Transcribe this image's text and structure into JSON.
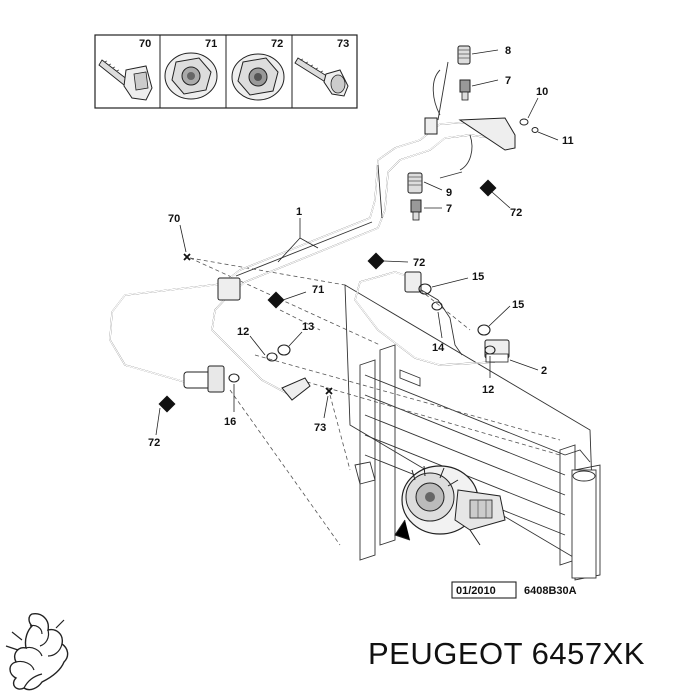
{
  "inset_labels": [
    "70",
    "71",
    "72",
    "73"
  ],
  "callouts": {
    "c8": "8",
    "c7a": "7",
    "c10": "10",
    "c11": "11",
    "c9": "9",
    "c7b": "7",
    "c72a": "72",
    "c1": "1",
    "c70": "70",
    "c71": "71",
    "c72b": "72",
    "c15a": "15",
    "c15b": "15",
    "c14": "14",
    "c2": "2",
    "c12a": "12",
    "c12b": "12",
    "c13": "13",
    "c72c": "72",
    "c16": "16",
    "c73": "73"
  },
  "reference": {
    "date": "01/2010",
    "code": "6408B30A"
  },
  "brand": {
    "name": "PEUGEOT 6457XK"
  },
  "icons": [
    "peugeot-lion-logo"
  ]
}
